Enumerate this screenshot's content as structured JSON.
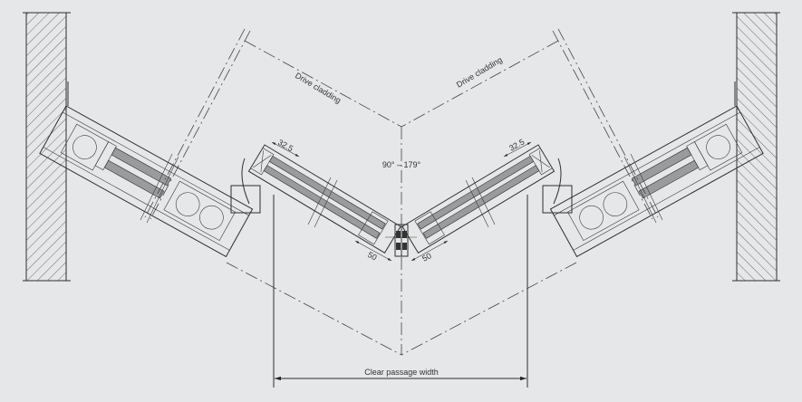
{
  "labels": {
    "drive_cladding_left": "Drive cladding",
    "drive_cladding_right": "Drive cladding",
    "angle_range": "90° – 179°",
    "dim_left_32": "32.5",
    "dim_right_32": "32.5",
    "dim_left_50": "50",
    "dim_right_50": "50",
    "clear_passage_width": "Clear passage width"
  },
  "colors": {
    "background": "#e6e7e8",
    "line": "#2e2e2e",
    "glass": "#9a9b9c"
  }
}
